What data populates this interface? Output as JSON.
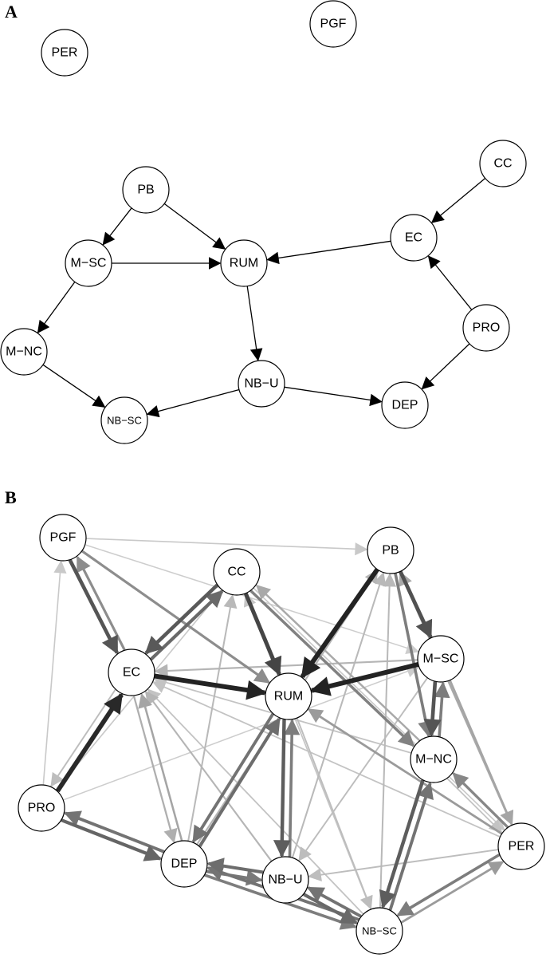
{
  "panel_a": {
    "letter": "A",
    "edge_color": "#000000",
    "nodes": [
      {
        "id": "PER",
        "label": "PER"
      },
      {
        "id": "PGF",
        "label": "PGF"
      },
      {
        "id": "CC",
        "label": "CC"
      },
      {
        "id": "PB",
        "label": "PB"
      },
      {
        "id": "EC",
        "label": "EC"
      },
      {
        "id": "M-SC",
        "label": "M−SC"
      },
      {
        "id": "RUM",
        "label": "RUM"
      },
      {
        "id": "PRO",
        "label": "PRO"
      },
      {
        "id": "M-NC",
        "label": "M−NC"
      },
      {
        "id": "NB-U",
        "label": "NB−U"
      },
      {
        "id": "DEP",
        "label": "DEP"
      },
      {
        "id": "NB-SC",
        "label": "NB−SC"
      }
    ],
    "edges": [
      {
        "from": "PB",
        "to": "M-SC"
      },
      {
        "from": "PB",
        "to": "RUM"
      },
      {
        "from": "M-SC",
        "to": "RUM"
      },
      {
        "from": "M-SC",
        "to": "M-NC"
      },
      {
        "from": "M-NC",
        "to": "NB-SC"
      },
      {
        "from": "RUM",
        "to": "NB-U"
      },
      {
        "from": "NB-U",
        "to": "NB-SC"
      },
      {
        "from": "NB-U",
        "to": "DEP"
      },
      {
        "from": "EC",
        "to": "RUM"
      },
      {
        "from": "CC",
        "to": "EC"
      },
      {
        "from": "PRO",
        "to": "EC"
      },
      {
        "from": "PRO",
        "to": "DEP"
      }
    ]
  },
  "panel_b": {
    "letter": "B",
    "nodes": [
      {
        "id": "PGF",
        "label": "PGF"
      },
      {
        "id": "CC",
        "label": "CC"
      },
      {
        "id": "PB",
        "label": "PB"
      },
      {
        "id": "EC",
        "label": "EC"
      },
      {
        "id": "M-SC",
        "label": "M−SC"
      },
      {
        "id": "RUM",
        "label": "RUM"
      },
      {
        "id": "M-NC",
        "label": "M−NC"
      },
      {
        "id": "PRO",
        "label": "PRO"
      },
      {
        "id": "PER",
        "label": "PER"
      },
      {
        "id": "DEP",
        "label": "DEP"
      },
      {
        "id": "NB-U",
        "label": "NB−U"
      },
      {
        "id": "NB-SC",
        "label": "NB−SC"
      }
    ],
    "edges": [
      {
        "from": "PB",
        "to": "RUM",
        "strength": 0.95
      },
      {
        "from": "M-SC",
        "to": "RUM",
        "strength": 0.95
      },
      {
        "from": "EC",
        "to": "RUM",
        "strength": 0.95
      },
      {
        "from": "PRO",
        "to": "EC",
        "strength": 0.92
      },
      {
        "from": "CC",
        "to": "RUM",
        "strength": 0.78
      },
      {
        "from": "PB",
        "to": "M-SC",
        "strength": 0.72
      },
      {
        "from": "PGF",
        "to": "EC",
        "strength": 0.7
      },
      {
        "from": "CC",
        "to": "EC",
        "strength": 0.68
      },
      {
        "from": "M-SC",
        "to": "M-NC",
        "strength": 0.7
      },
      {
        "from": "RUM",
        "to": "NB-U",
        "strength": 0.66
      },
      {
        "from": "M-NC",
        "to": "NB-SC",
        "strength": 0.66
      },
      {
        "from": "EC",
        "to": "CC",
        "strength": 0.6
      },
      {
        "from": "PRO",
        "to": "DEP",
        "strength": 0.62
      },
      {
        "from": "DEP",
        "to": "PRO",
        "strength": 0.55
      },
      {
        "from": "DEP",
        "to": "RUM",
        "strength": 0.58
      },
      {
        "from": "RUM",
        "to": "DEP",
        "strength": 0.55
      },
      {
        "from": "NB-U",
        "to": "NB-SC",
        "strength": 0.6
      },
      {
        "from": "NB-SC",
        "to": "NB-U",
        "strength": 0.55
      },
      {
        "from": "NB-U",
        "to": "DEP",
        "strength": 0.58
      },
      {
        "from": "DEP",
        "to": "NB-U",
        "strength": 0.52
      },
      {
        "from": "NB-SC",
        "to": "DEP",
        "strength": 0.55
      },
      {
        "from": "DEP",
        "to": "NB-SC",
        "strength": 0.5
      },
      {
        "from": "NB-U",
        "to": "RUM",
        "strength": 0.5
      },
      {
        "from": "NB-SC",
        "to": "M-NC",
        "strength": 0.55
      },
      {
        "from": "M-NC",
        "to": "M-SC",
        "strength": 0.5
      },
      {
        "from": "PB",
        "to": "M-NC",
        "strength": 0.5
      },
      {
        "from": "CC",
        "to": "M-NC",
        "strength": 0.48
      },
      {
        "from": "PER",
        "to": "NB-SC",
        "strength": 0.5
      },
      {
        "from": "PER",
        "to": "M-NC",
        "strength": 0.45
      },
      {
        "from": "PER",
        "to": "RUM",
        "strength": 0.35
      },
      {
        "from": "NB-SC",
        "to": "PER",
        "strength": 0.35
      },
      {
        "from": "M-SC",
        "to": "PER",
        "strength": 0.3
      },
      {
        "from": "EC",
        "to": "PGF",
        "strength": 0.42
      },
      {
        "from": "PGF",
        "to": "RUM",
        "strength": 0.42
      },
      {
        "from": "M-SC",
        "to": "EC",
        "strength": 0.22
      },
      {
        "from": "DEP",
        "to": "EC",
        "strength": 0.3
      },
      {
        "from": "EC",
        "to": "DEP",
        "strength": 0.25
      },
      {
        "from": "NB-U",
        "to": "EC",
        "strength": 0.22
      },
      {
        "from": "M-NC",
        "to": "CC",
        "strength": 0.28
      },
      {
        "from": "DEP",
        "to": "CC",
        "strength": 0.2
      },
      {
        "from": "NB-U",
        "to": "PB",
        "strength": 0.2
      },
      {
        "from": "DEP",
        "to": "PB",
        "strength": 0.22
      },
      {
        "from": "NB-SC",
        "to": "PB",
        "strength": 0.2
      },
      {
        "from": "PER",
        "to": "PB",
        "strength": 0.28
      },
      {
        "from": "PGF",
        "to": "PB",
        "strength": 0.12
      },
      {
        "from": "PRO",
        "to": "PGF",
        "strength": 0.12
      },
      {
        "from": "EC",
        "to": "PRO",
        "strength": 0.18
      },
      {
        "from": "PER",
        "to": "EC",
        "strength": 0.15
      },
      {
        "from": "M-NC",
        "to": "EC",
        "strength": 0.15
      },
      {
        "from": "NB-SC",
        "to": "EC",
        "strength": 0.15
      },
      {
        "from": "PRO",
        "to": "CC",
        "strength": 0.12
      },
      {
        "from": "NB-SC",
        "to": "CC",
        "strength": 0.14
      },
      {
        "from": "RUM",
        "to": "NB-SC",
        "strength": 0.18
      },
      {
        "from": "PGF",
        "to": "M-SC",
        "strength": 0.1
      },
      {
        "from": "PRO",
        "to": "M-SC",
        "strength": 0.1
      },
      {
        "from": "M-SC",
        "to": "NB-U",
        "strength": 0.18
      },
      {
        "from": "PER",
        "to": "NB-U",
        "strength": 0.18
      },
      {
        "from": "CC",
        "to": "PER",
        "strength": 0.12
      },
      {
        "from": "M-NC",
        "to": "PER",
        "strength": 0.15
      }
    ]
  }
}
